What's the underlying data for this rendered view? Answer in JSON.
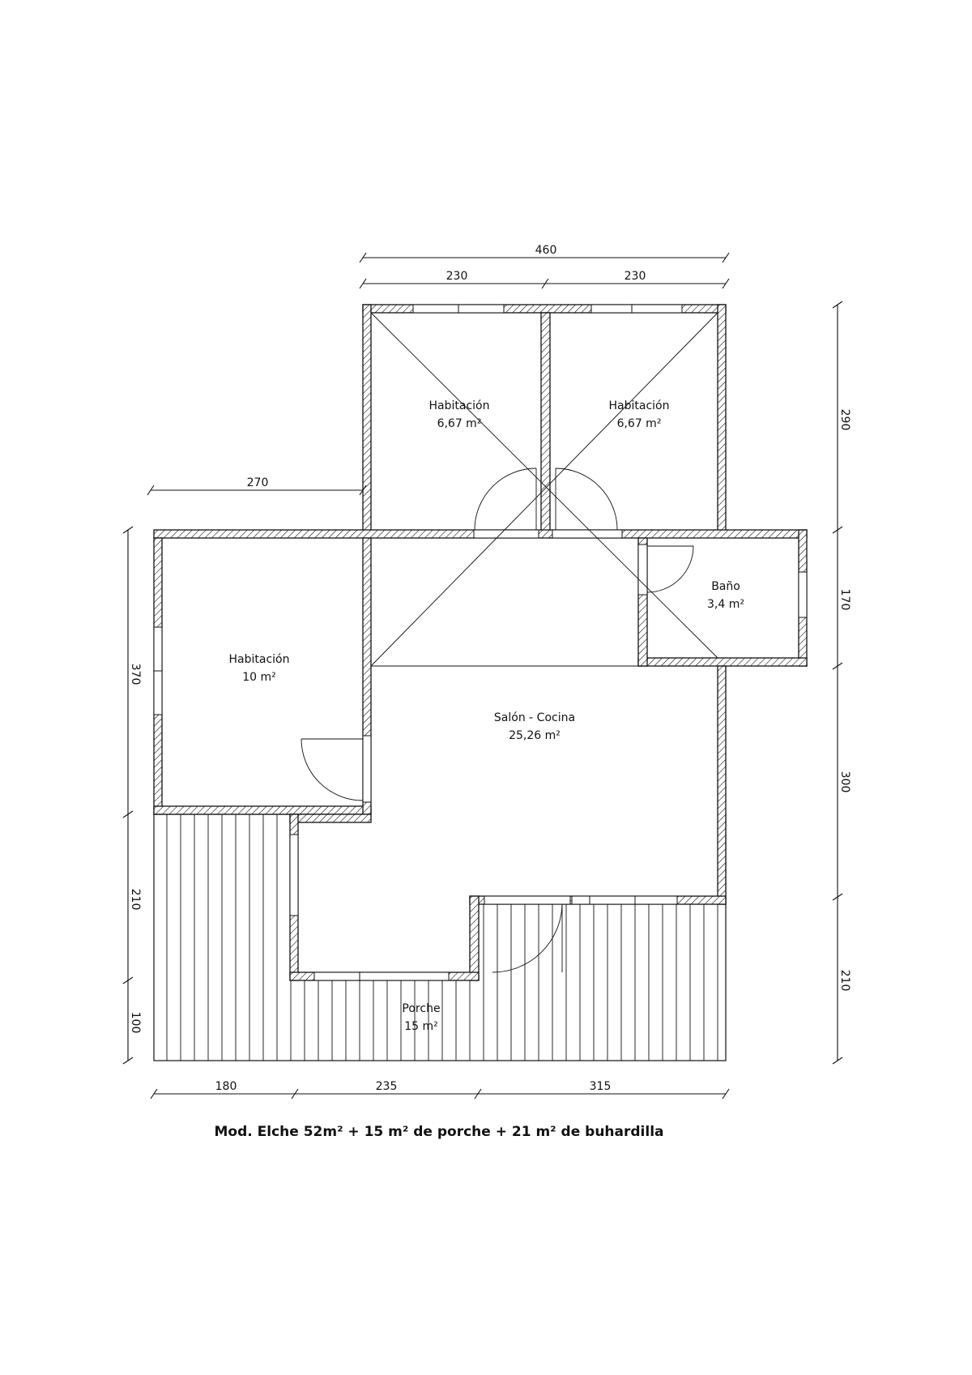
{
  "caption": "Mod. Elche 52m² + 15 m² de porche + 21 m² de buhardilla",
  "rooms": {
    "habitacion_1": {
      "name": "Habitación",
      "area": "6,67 m²"
    },
    "habitacion_2": {
      "name": "Habitación",
      "area": "6,67 m²"
    },
    "habitacion_3": {
      "name": "Habitación",
      "area": "10 m²"
    },
    "bano": {
      "name": "Baño",
      "area": "3,4 m²"
    },
    "salon_cocina": {
      "name": "Salón - Cocina",
      "area": "25,26 m²"
    },
    "porche": {
      "name": "Porche",
      "area": "15 m²"
    }
  },
  "dimensions": {
    "top_total": "460",
    "top_left": "230",
    "top_right": "230",
    "left_offset": "270",
    "left_upper": "370",
    "left_middle": "210",
    "left_lower": "100",
    "right_upper": "290",
    "right_bath": "170",
    "right_middle": "300",
    "right_lower": "210",
    "bottom_left": "180",
    "bottom_middle": "235",
    "bottom_right": "315"
  }
}
